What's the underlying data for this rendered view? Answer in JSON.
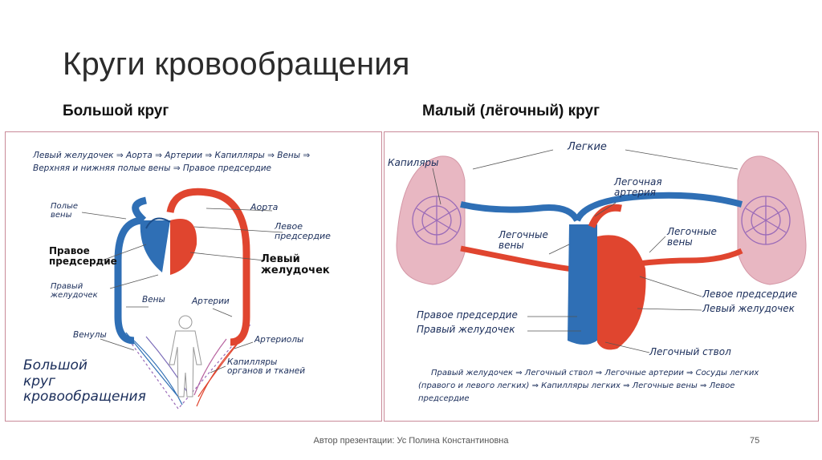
{
  "slide": {
    "title": "Круги кровообращения",
    "left_heading": "Большой круг",
    "right_heading": "Малый (лёгочный) круг",
    "footer": "Автор презентации: Ус Полина Константиновна",
    "page_number": "75"
  },
  "left_diagram": {
    "path_line1": "Левый желудочек ⇒ Аорта ⇒ Артерии ⇒   Капилляры   ⇒ Вены ⇒",
    "path_line2": "Верхняя и нижняя полые вены ⇒ Правое предсердие",
    "labels": {
      "hollow_veins": "Полые\nвены",
      "aorta": "Аорта",
      "left_atrium": "Левое\nпредсердие",
      "right_atrium": "Правое\nпредсердие",
      "left_ventricle": "Левый\nжелудочек",
      "right_ventricle": "Правый\nжелудочек",
      "veins": "Вены",
      "arteries": "Артерии",
      "venules": "Венулы",
      "arterioles": "Артериолы",
      "capillaries": "Капилляры\nорганов и тканей",
      "big_circle": "Большой\nкруг\nкровообращения"
    }
  },
  "right_diagram": {
    "labels": {
      "lungs": "Легкие",
      "capillaries": "Капиляры",
      "pulmonary_artery": "Легочная\nартерия",
      "pulmonary_veins_left": "Легочные\nвены",
      "pulmonary_veins_right": "Легочные\nвены",
      "right_atrium": "Правое предсердие",
      "right_ventricle": "Правый желудочек",
      "left_atrium": "Левое предсердие",
      "left_ventricle": "Левый желудочек",
      "pulmonary_trunk": "Легочный ствол"
    },
    "path_line1": "Правый желудочек ⇒ Легочный ствол ⇒ Легочные артерии ⇒ Сосуды легких",
    "path_line2": "(правого и левого легких) ⇒ Капилляры легких ⇒ Легочные вены ⇒ Левое",
    "path_line3": "предсердие"
  },
  "colors": {
    "artery_red": "#e0452f",
    "vein_blue": "#2f6fb5",
    "lung_pink": "#e8b7c2",
    "capillary_purple": "#9a6bb8",
    "panel_border": "#c98a98"
  }
}
